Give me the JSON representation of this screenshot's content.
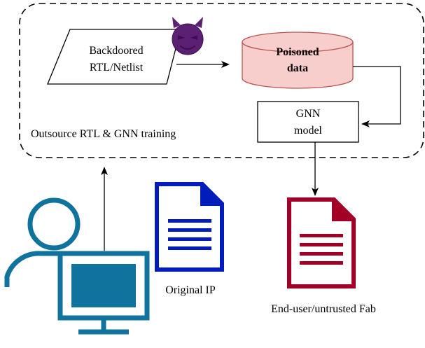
{
  "group": {
    "label": "Outsource RTL & GNN training"
  },
  "nodes": {
    "backdoored": {
      "line1": "Backdoored",
      "line2": "RTL/Netlist"
    },
    "poisoned": {
      "line1": "Poisoned",
      "line2": "data"
    },
    "gnn": {
      "line1": "GNN",
      "line2": "model"
    },
    "original_ip": {
      "label": "Original IP"
    },
    "end_user": {
      "label": "End-user/untrusted Fab"
    }
  },
  "icons": {
    "attacker": "devil-face-icon",
    "designer": "user-at-computer-icon",
    "original_ip_doc": "document-icon",
    "end_user_doc": "document-icon"
  },
  "colors": {
    "devil": "#5b1f73",
    "devil_dark": "#3d0f52",
    "cylinder_fill": "#f8cecc",
    "cylinder_stroke": "#b85450",
    "user_icon": "#10739e",
    "ip_doc": "#001dbc",
    "fab_doc": "#a20025",
    "line": "#000000"
  }
}
